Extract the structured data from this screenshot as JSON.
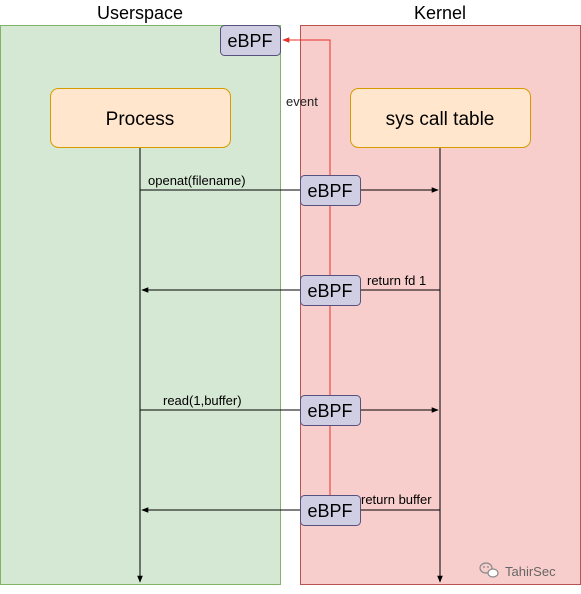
{
  "lanes": {
    "userspace": "Userspace",
    "kernel": "Kernel"
  },
  "nodes": {
    "process": "Process",
    "syscall_table": "sys call table",
    "ebpf": "eBPF"
  },
  "messages": {
    "openat": "openat(filename)",
    "return_fd": "return fd 1",
    "read": "read(1,buffer)",
    "return_buffer": "return buffer"
  },
  "event_label": "event",
  "watermark": "TahirSec",
  "colors": {
    "userspace_fill": "#d5e8d4",
    "userspace_stroke": "#82b366",
    "kernel_fill": "#f8cecc",
    "kernel_stroke": "#b85450",
    "box_fill": "#ffe6cc",
    "box_stroke": "#d79b00",
    "ebpf_fill": "#d0cee2",
    "ebpf_stroke": "#56517e",
    "event_arrow": "#e8302c"
  }
}
